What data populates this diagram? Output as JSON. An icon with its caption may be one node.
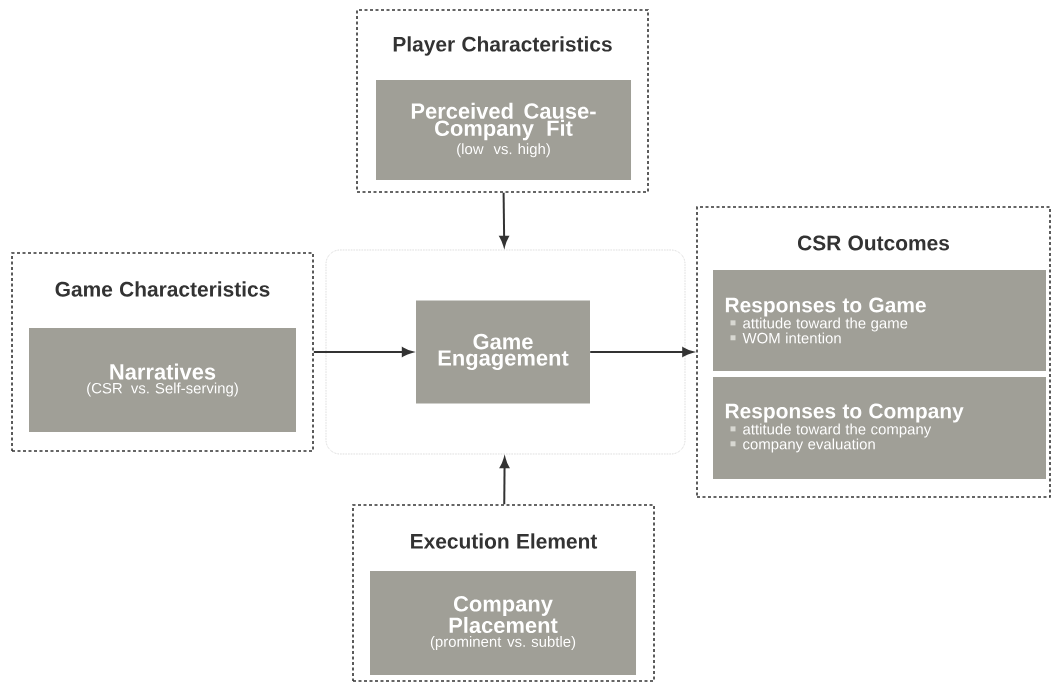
{
  "diagram": {
    "nodes": [
      {
        "text": [
          "Player Characteristics"
        ]
      },
      {
        "text": [
          "Perceived Cause-Company Fit",
          "(low vs. high)"
        ],
        "in": 0
      },
      {
        "text": [
          "Game Characteristics"
        ]
      },
      {
        "text": [
          "Narratives",
          "(CSR vs. Self-serving)"
        ],
        "in": 2
      },
      {
        "text": [],
        "shape": "box"
      },
      {
        "text": [
          "Game Engagement"
        ],
        "in": 4
      },
      {
        "text": [
          "CSR Outcomes"
        ]
      },
      {
        "text": [
          "Responses to Game",
          "attitude toward the game",
          "WOM intention"
        ],
        "in": 6
      },
      {
        "text": [
          "Responses to Company",
          "attitude toward the company",
          "company evaluation"
        ],
        "in": 6
      },
      {
        "text": [
          "Execution Element"
        ]
      },
      {
        "text": [
          "Company Placement",
          "(prominent vs. subtle)"
        ],
        "in": 9
      }
    ],
    "edges": [
      {
        "from": 0,
        "to": 4,
        "arrow": "to"
      },
      {
        "from": 2,
        "to": 5,
        "arrow": "to"
      },
      {
        "from": 5,
        "to": 6,
        "arrow": "to"
      },
      {
        "from": 9,
        "to": 4,
        "arrow": "to"
      }
    ]
  }
}
